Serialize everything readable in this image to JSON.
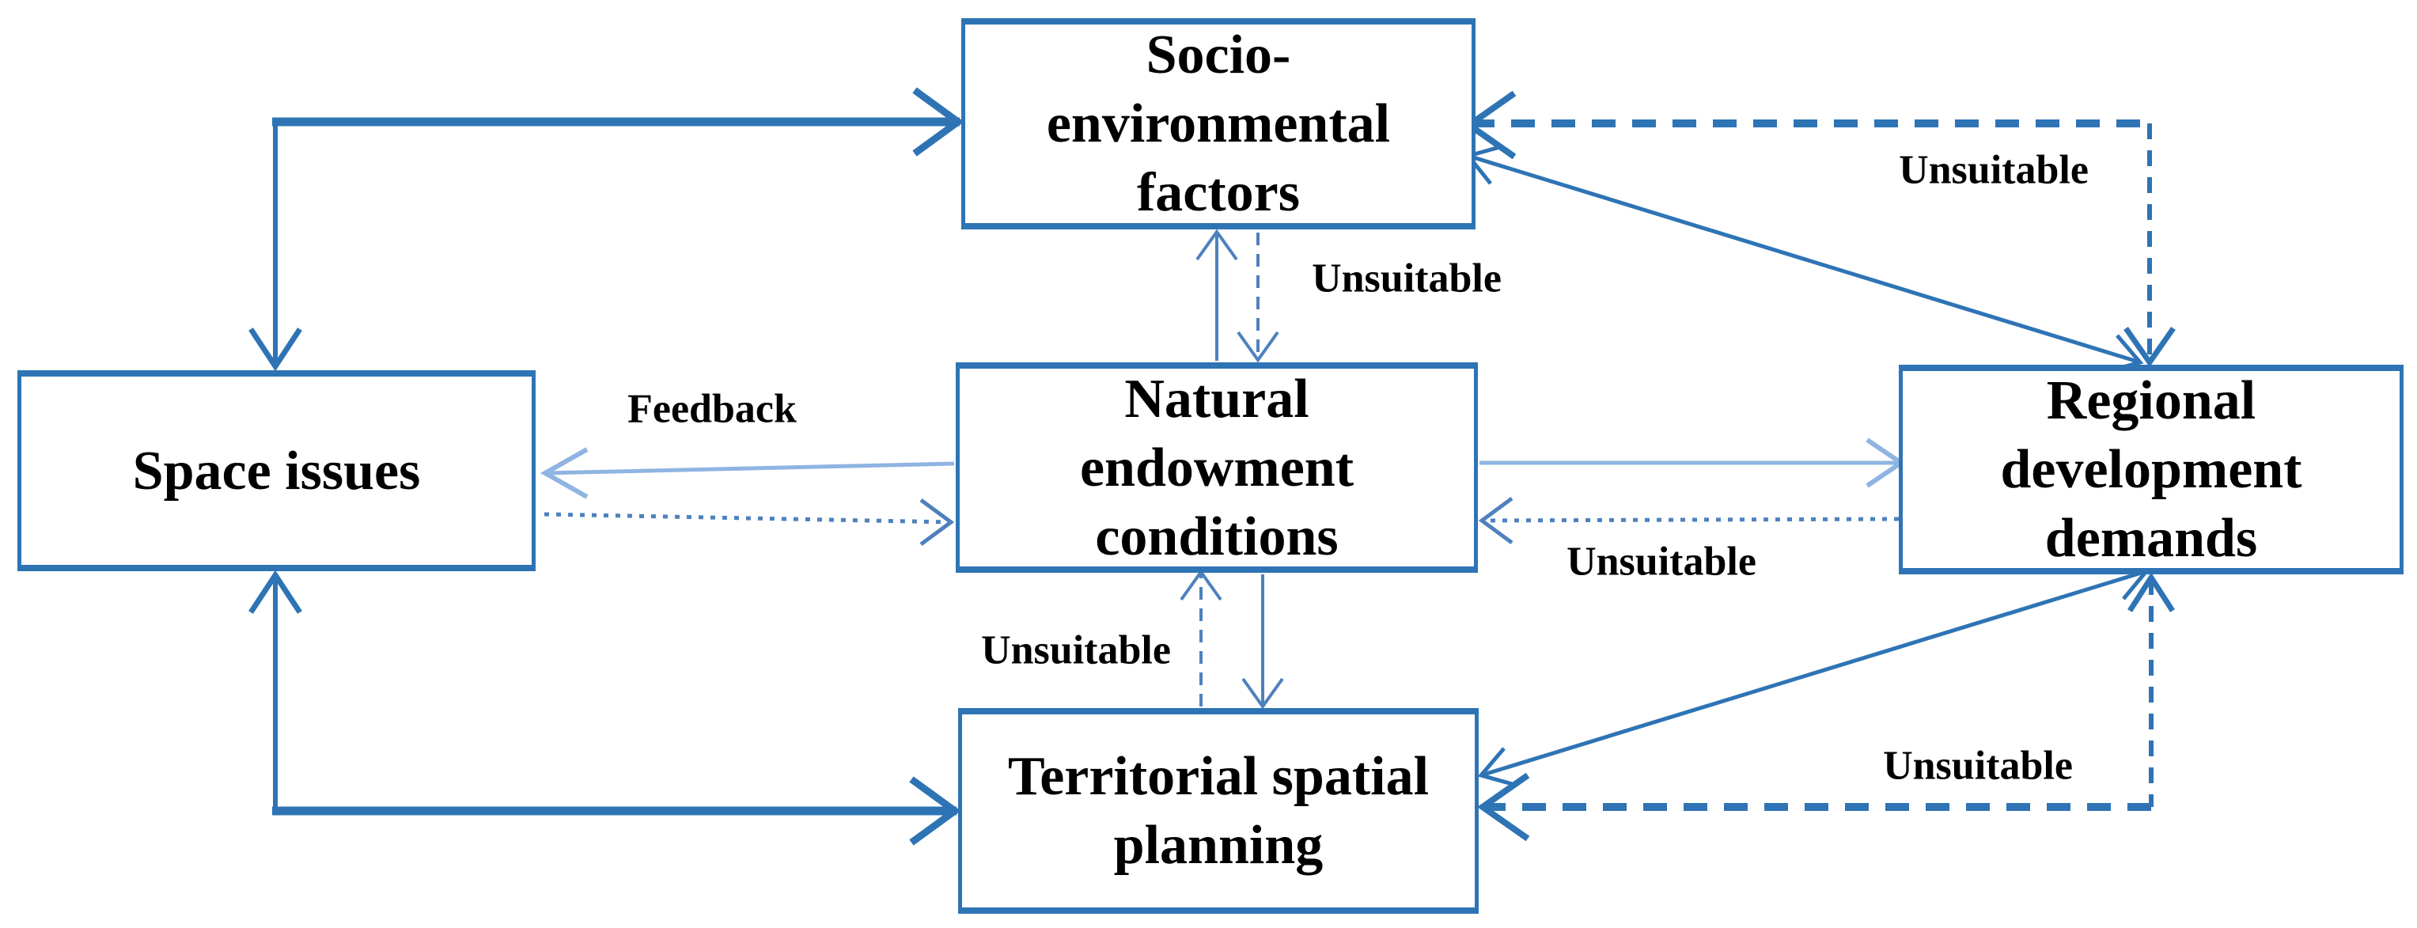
{
  "diagram": {
    "colors": {
      "box_border": "#2e74b5",
      "box_fill": "#ffffff",
      "text": "#000000",
      "arrow_primary": "#2e74b5",
      "arrow_medium": "#4e81bd",
      "arrow_light": "#8fb4e2"
    },
    "nodes": {
      "socio": {
        "label": "Socio-\nenvironmental\nfactors"
      },
      "space": {
        "label": "Space issues"
      },
      "natural": {
        "label": "Natural\nendowment\nconditions"
      },
      "regional": {
        "label": "Regional\ndevelopment\ndemands"
      },
      "territorial": {
        "label": "Territorial spatial\nplanning"
      }
    },
    "edge_labels": {
      "feedback": "Feedback",
      "unsuitable_socio_natural": "Unsuitable",
      "unsuitable_regional_socio": "Unsuitable",
      "unsuitable_regional_natural": "Unsuitable",
      "unsuitable_natural_territorial": "Unsuitable",
      "unsuitable_regional_territorial": "Unsuitable"
    },
    "edges": [
      {
        "from": "space",
        "to": "socio",
        "style": "thick-solid-elbow",
        "heads": "both-ends"
      },
      {
        "from": "space",
        "to": "territorial",
        "style": "thick-solid-elbow",
        "heads": "both-ends"
      },
      {
        "from": "natural",
        "to": "space",
        "style": "light-solid",
        "heads": "at-space",
        "label": "Feedback"
      },
      {
        "from": "space",
        "to": "natural",
        "style": "dotted",
        "heads": "at-natural"
      },
      {
        "from": "natural",
        "to": "socio",
        "style": "thin-solid",
        "heads": "at-socio"
      },
      {
        "from": "socio",
        "to": "natural",
        "style": "thin-dashed",
        "heads": "at-natural",
        "label": "Unsuitable"
      },
      {
        "from": "natural",
        "to": "territorial",
        "style": "thin-solid",
        "heads": "at-territorial"
      },
      {
        "from": "territorial",
        "to": "natural",
        "style": "thin-dashed",
        "heads": "at-natural",
        "label": "Unsuitable"
      },
      {
        "from": "natural",
        "to": "regional",
        "style": "light-solid",
        "heads": "at-regional"
      },
      {
        "from": "regional",
        "to": "natural",
        "style": "dotted",
        "heads": "at-natural",
        "label": "Unsuitable"
      },
      {
        "from": "regional",
        "to": "socio",
        "style": "thick-dashed-elbow",
        "heads": "both-ends",
        "label": "Unsuitable"
      },
      {
        "from": "socio",
        "to": "regional",
        "style": "solid-diagonal",
        "heads": "both-ends"
      },
      {
        "from": "regional",
        "to": "territorial",
        "style": "thick-dashed-elbow",
        "heads": "both-ends",
        "label": "Unsuitable"
      },
      {
        "from": "regional",
        "to": "territorial",
        "style": "solid-diagonal",
        "heads": "both-ends"
      }
    ]
  }
}
